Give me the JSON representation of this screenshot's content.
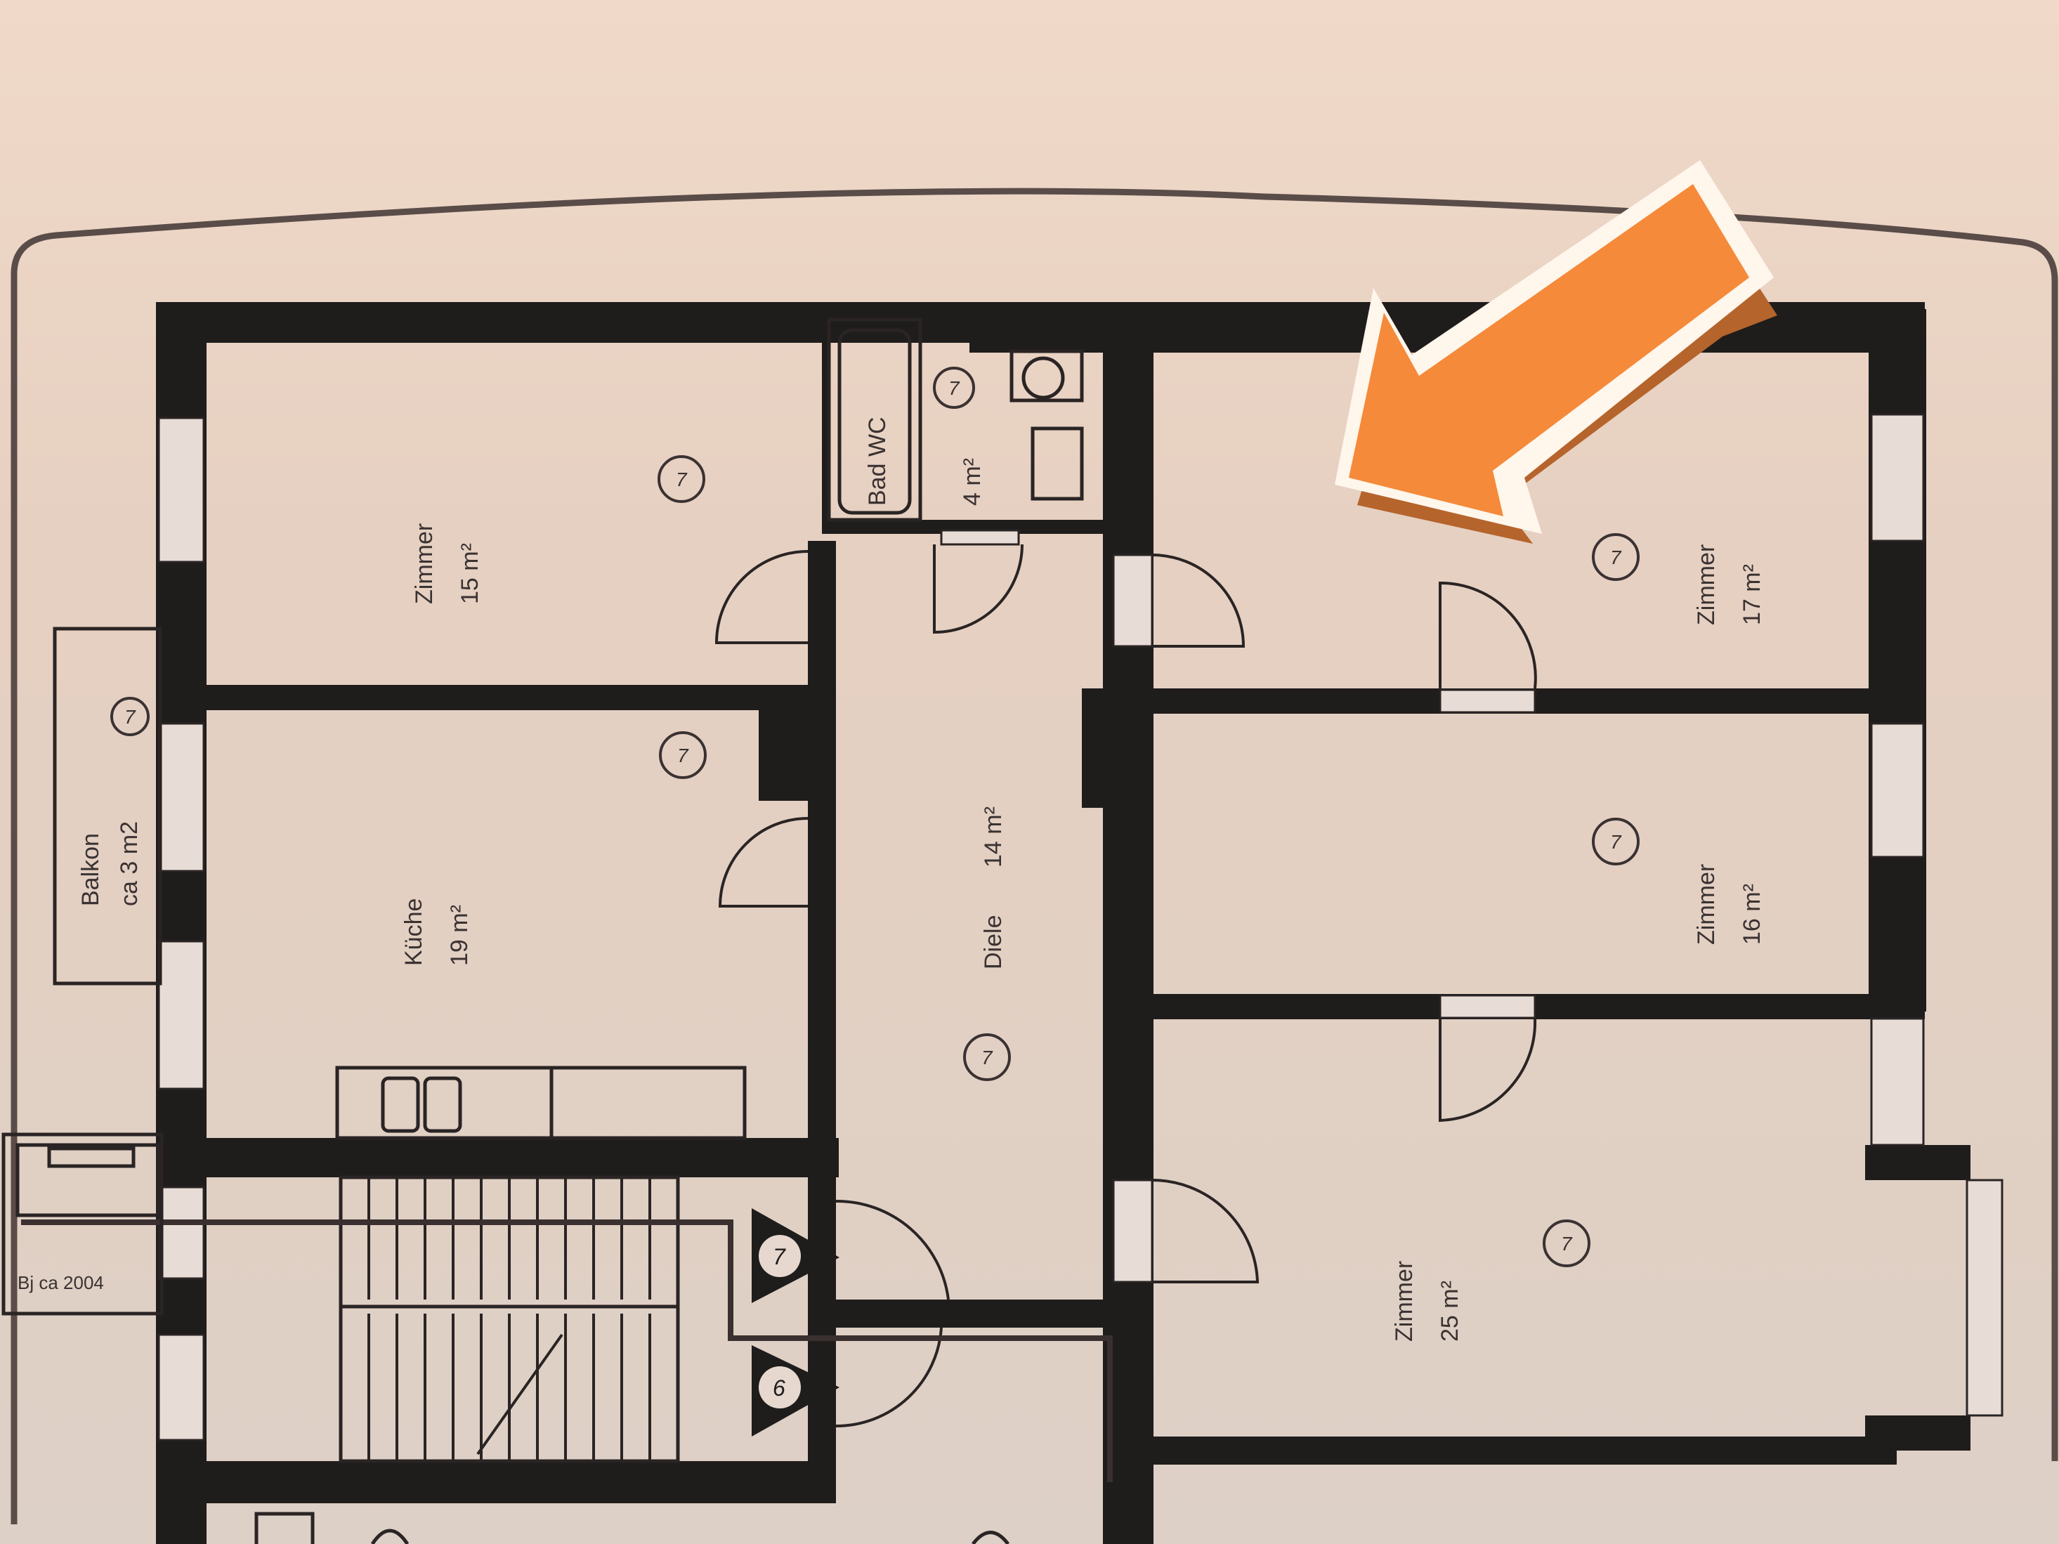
{
  "plan": {
    "type": "apartment floor plan (photographed printout)",
    "rooms": [
      {
        "id": "zimmer-15",
        "name": "Zimmer",
        "area": "15 m²",
        "marker": "7"
      },
      {
        "id": "kueche",
        "name": "Küche",
        "area": "19 m²",
        "marker": "7"
      },
      {
        "id": "bad-wc",
        "name": "Bad WC",
        "area": "4 m²",
        "marker": "7"
      },
      {
        "id": "diele",
        "name": "Diele",
        "area": "14 m²",
        "marker": "7"
      },
      {
        "id": "zimmer-17",
        "name": "Zimmer",
        "area": "17 m²",
        "marker": "7"
      },
      {
        "id": "zimmer-16",
        "name": "Zimmer",
        "area": "16 m²",
        "marker": "7"
      },
      {
        "id": "zimmer-25",
        "name": "Zimmer",
        "area": "25 m²",
        "marker": "7"
      }
    ],
    "balcony": {
      "name": "Balkon",
      "area": "ca 3 m2",
      "marker": "7"
    },
    "annex_label": "Bj ca 2004",
    "stair_markers": [
      "7",
      "6"
    ],
    "highlight": {
      "shape": "arrow",
      "points_to": "zimmer-17",
      "fill": "#F58A3A",
      "border": "#FFF6EC",
      "shadow": "#B5642C"
    }
  },
  "colors": {
    "paper": "#E9D2C3",
    "wall": "#1F1C1C",
    "line": "#2A2424"
  }
}
